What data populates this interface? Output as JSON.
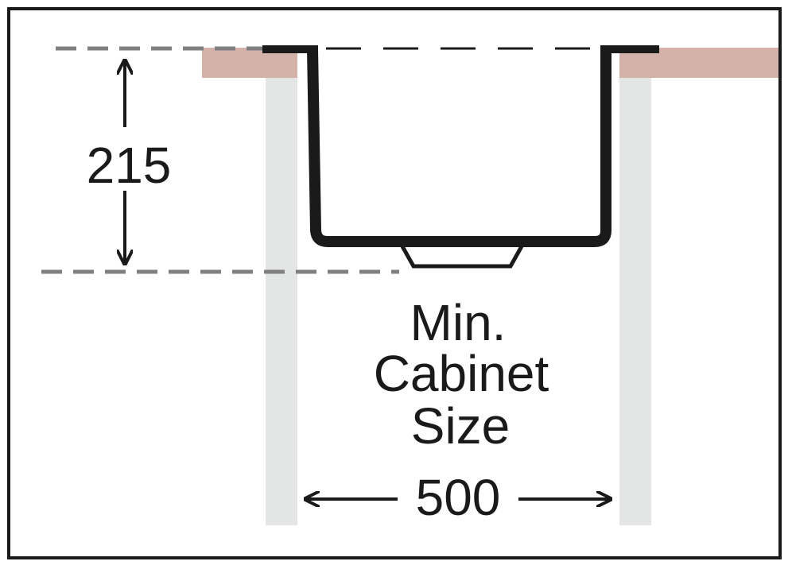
{
  "dimensions": {
    "depth_value": "215",
    "width_value": "500"
  },
  "caption": {
    "line1": "Min.",
    "line2": "Cabinet",
    "line3": "Size"
  },
  "colors": {
    "frame": "#1a1a1a",
    "worktop": "#d5b2a9",
    "cabinet_side": "#e4e6e5",
    "sink_outline": "#1a1a1a",
    "guide_dash": "#808080",
    "arrow": "#1a1a1a",
    "background": "#ffffff"
  }
}
